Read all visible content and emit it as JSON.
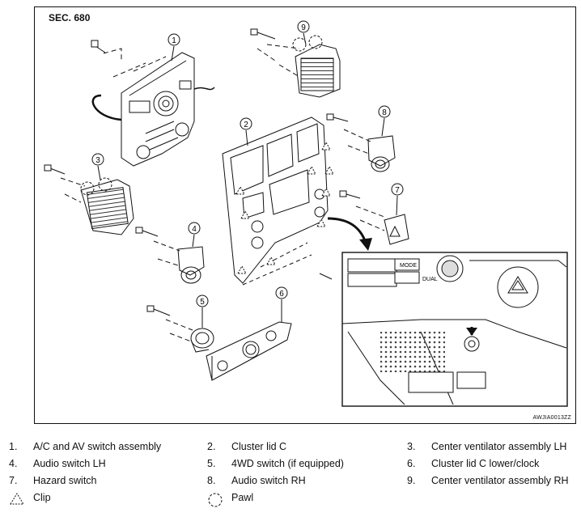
{
  "diagram": {
    "section": "SEC. 680",
    "figure_id": "AWJIA0013ZZ",
    "callouts": [
      "1",
      "2",
      "3",
      "4",
      "5",
      "6",
      "7",
      "8",
      "9"
    ],
    "inset_labels": {
      "mode": "MODE",
      "dual": "DUAL"
    }
  },
  "legend": [
    {
      "num": "1.",
      "label": "A/C and AV switch assembly"
    },
    {
      "num": "2.",
      "label": "Cluster lid C"
    },
    {
      "num": "3.",
      "label": "Center ventilator assembly LH"
    },
    {
      "num": "4.",
      "label": "Audio switch LH"
    },
    {
      "num": "5.",
      "label": "4WD switch (if equipped)"
    },
    {
      "num": "6.",
      "label": "Cluster lid C lower/clock"
    },
    {
      "num": "7.",
      "label": "Hazard switch"
    },
    {
      "num": "8.",
      "label": "Audio switch RH"
    },
    {
      "num": "9.",
      "label": "Center ventilator assembly RH"
    }
  ],
  "symbols": [
    {
      "icon": "clip-triangle-icon",
      "label": "Clip"
    },
    {
      "icon": "pawl-circle-icon",
      "label": "Pawl"
    }
  ]
}
